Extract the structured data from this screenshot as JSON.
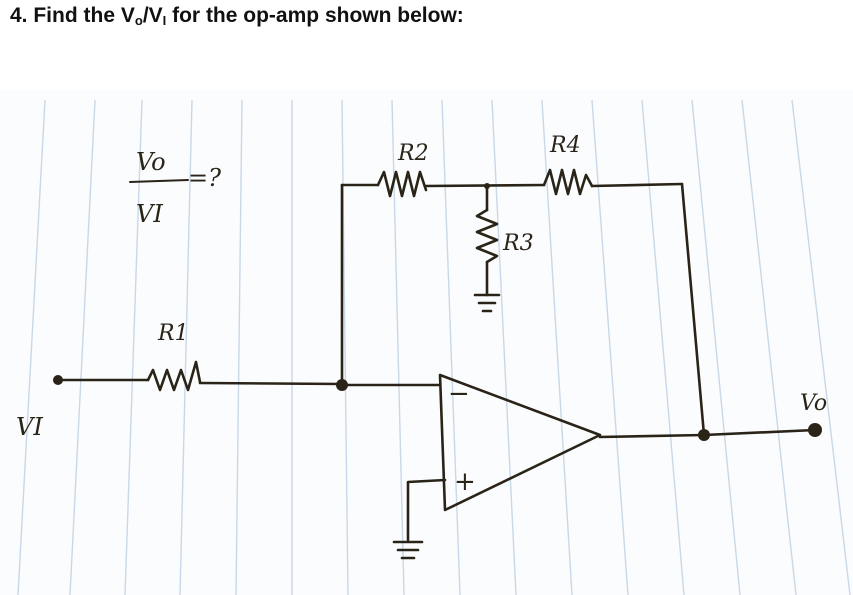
{
  "question": {
    "number": "4.",
    "text_before": "Find the V",
    "sub_o": "o",
    "slash": "/V",
    "sub_i": "I",
    "text_after": " for the op-amp shown below:"
  },
  "sketch": {
    "ratio_numerator": "Vo",
    "ratio_denominator": "VI",
    "ratio_query": "=?",
    "r1_label": "R1",
    "r2_label": "R2",
    "r3_label": "R3",
    "r4_label": "R4",
    "vin_label": "VI",
    "vout_label": "Vo",
    "minus_sign": "−",
    "plus_sign": "+"
  },
  "colors": {
    "ink": "#2a2418",
    "paper_rule": "#c9d8e8",
    "background": "#ffffff"
  }
}
